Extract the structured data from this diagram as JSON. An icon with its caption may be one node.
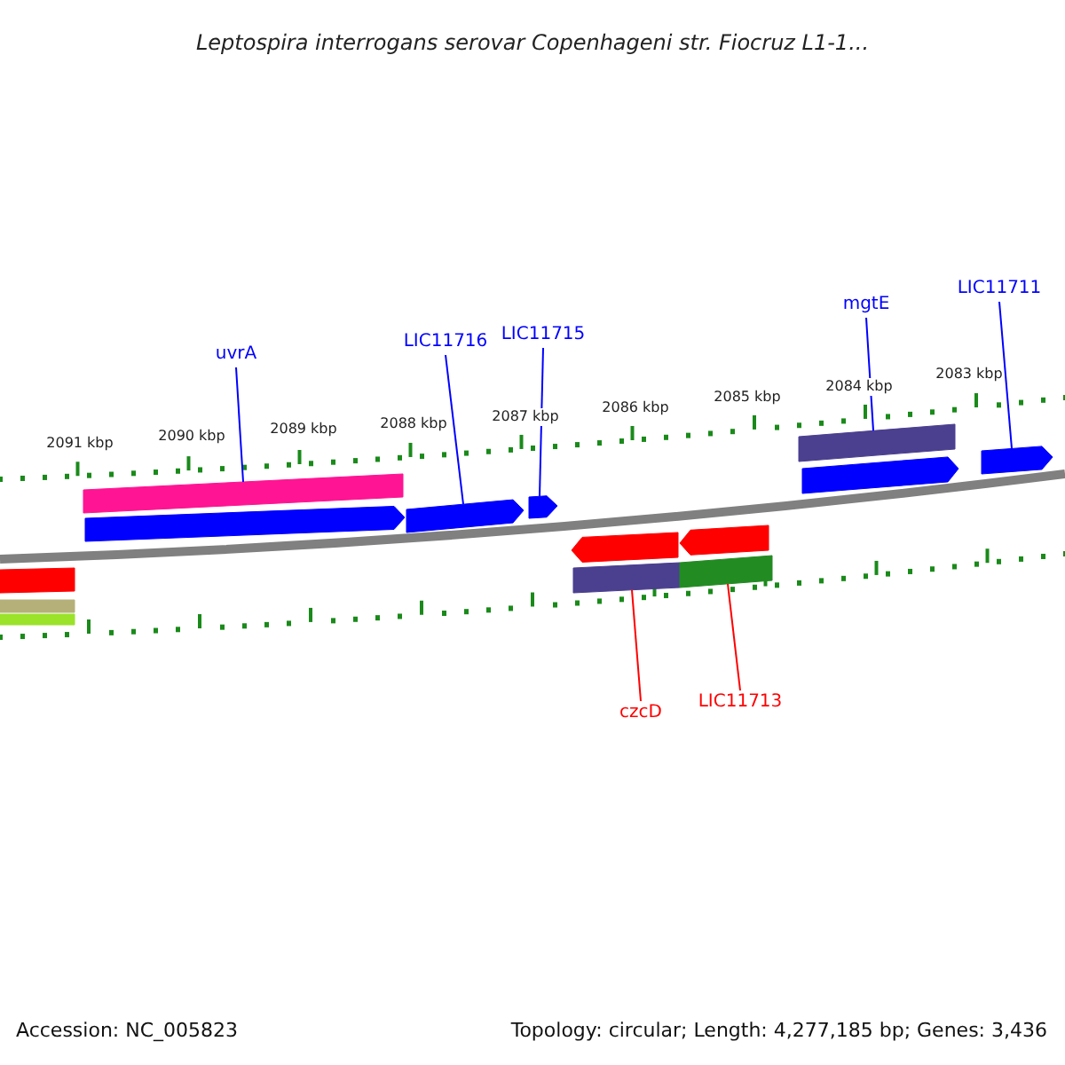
{
  "diagram": {
    "title": "Leptospira interrogans serovar Copenhageni str. Fiocruz L1-1...",
    "nodes": [
      {
        "text": [
          "uvrA"
        ]
      },
      {
        "text": [
          "LIC11716"
        ]
      },
      {
        "text": [
          "LIC11715"
        ]
      },
      {
        "text": [
          "mgtE"
        ]
      },
      {
        "text": [
          "LIC11711"
        ]
      },
      {
        "text": [
          "czcD"
        ]
      },
      {
        "text": [
          "LIC11713"
        ]
      },
      {
        "text": [],
        "shape": "bar"
      },
      {
        "text": [],
        "shape": "arrow"
      },
      {
        "text": [],
        "shape": "arrow"
      },
      {
        "text": [],
        "shape": "arrow"
      },
      {
        "text": [],
        "shape": "bar"
      },
      {
        "text": [],
        "shape": "arrow"
      },
      {
        "text": [],
        "shape": "arrow"
      },
      {
        "text": [],
        "shape": "bar"
      },
      {
        "text": [],
        "shape": "bar"
      },
      {
        "text": [],
        "shape": "bar"
      },
      {
        "text": [],
        "shape": "arrow"
      },
      {
        "text": [],
        "shape": "arrow"
      },
      {
        "text": [],
        "shape": "bar"
      },
      {
        "text": [],
        "shape": "bar"
      }
    ],
    "edges": [
      {
        "from": 0,
        "to": 7,
        "arrow": "none",
        "color": "#0000ff"
      },
      {
        "from": 1,
        "to": 9,
        "arrow": "none",
        "color": "#0000ff"
      },
      {
        "from": 2,
        "to": 10,
        "arrow": "none",
        "color": "#0000ff"
      },
      {
        "from": 3,
        "to": 11,
        "arrow": "none",
        "color": "#0000ff"
      },
      {
        "from": 4,
        "to": 13,
        "arrow": "none",
        "color": "#0000ff"
      },
      {
        "from": 5,
        "to": 19,
        "arrow": "none",
        "color": "#ff0000"
      },
      {
        "from": 6,
        "to": 20,
        "arrow": "none",
        "color": "#ff0000"
      }
    ],
    "labels": [
      "2091 kbp",
      "2090 kbp",
      "2089 kbp",
      "2088 kbp",
      "2087 kbp",
      "2086 kbp",
      "2085 kbp",
      "2084 kbp",
      "2083 kbp",
      "Accession: NC_005823",
      "Topology: circular; Length: 4,277,185 bp; Genes: 3,436"
    ]
  }
}
